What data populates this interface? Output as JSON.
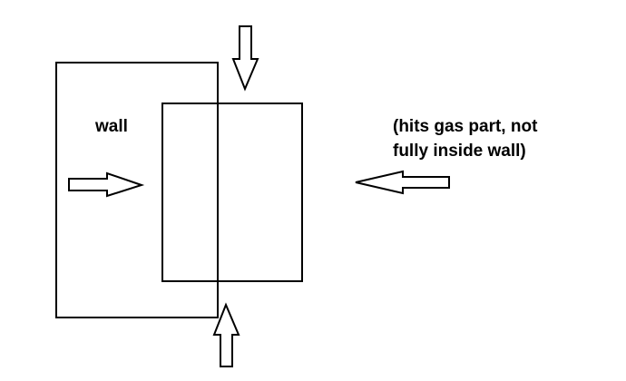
{
  "labels": {
    "wall": "wall",
    "note_line_1": "(hits gas part, not",
    "note_line_2": "fully inside wall)"
  },
  "colors": {
    "stroke": "#000000",
    "background": "#ffffff"
  }
}
